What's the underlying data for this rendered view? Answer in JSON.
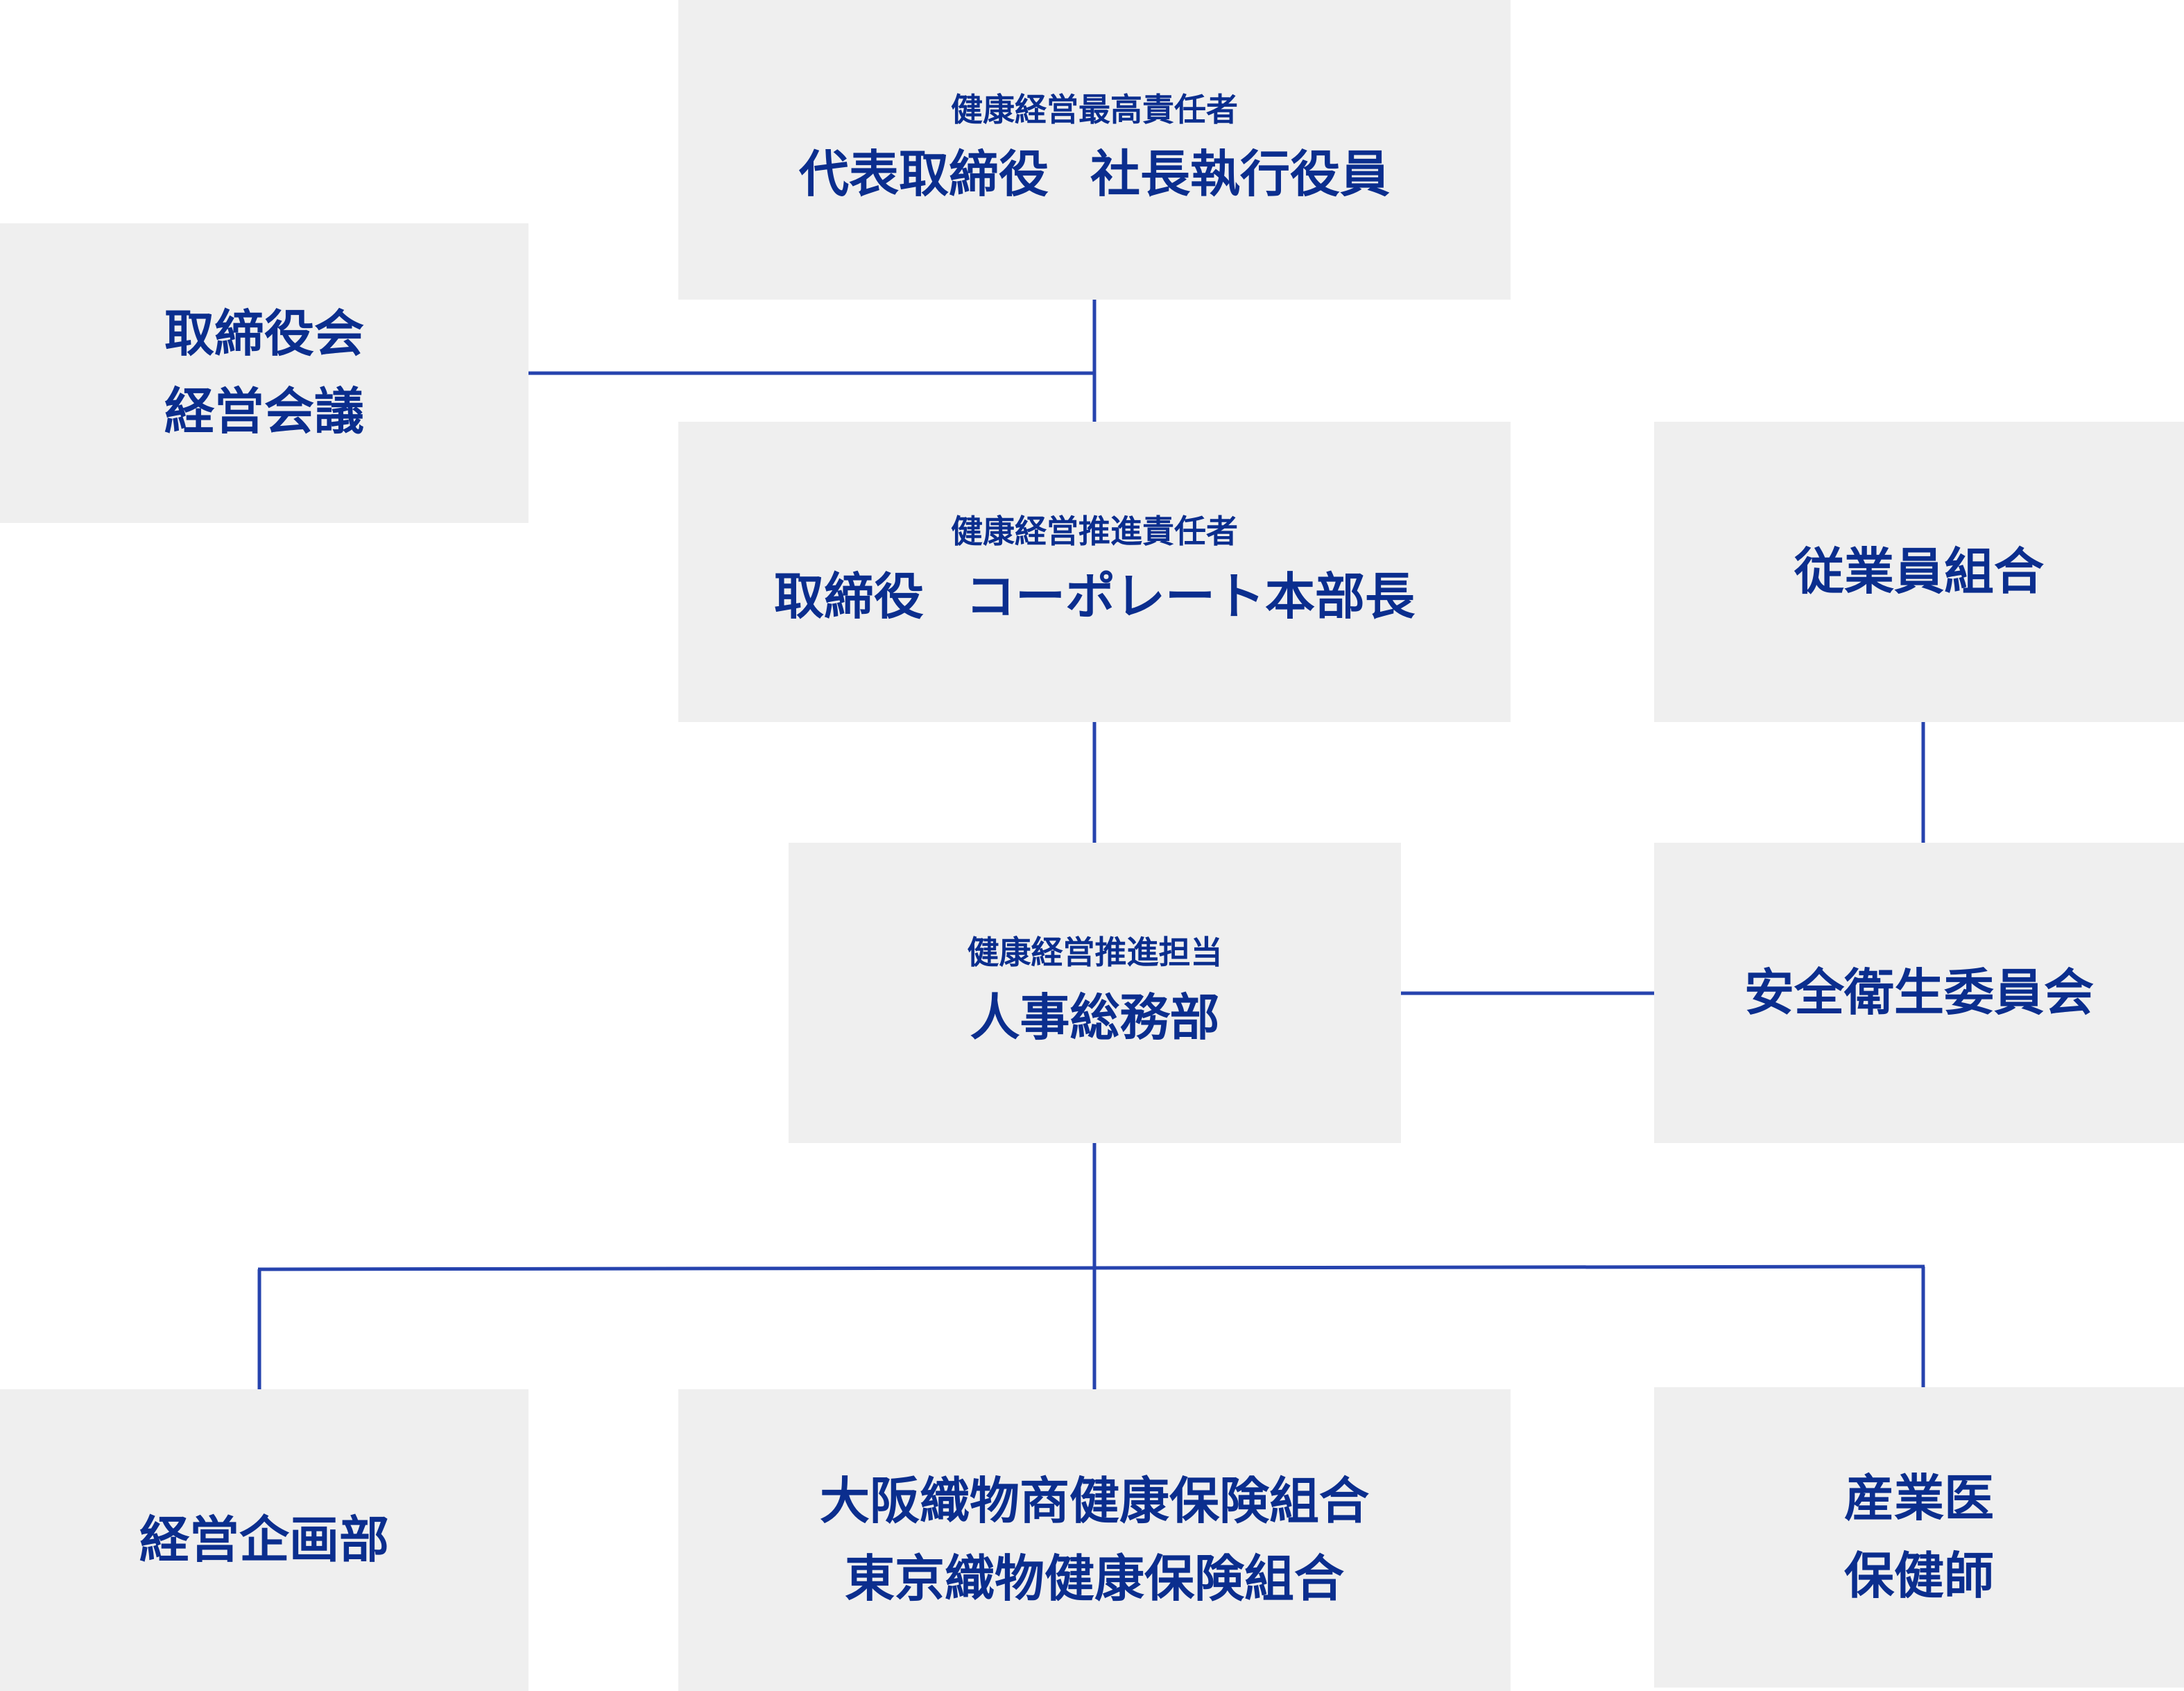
{
  "nodes": {
    "ceo": {
      "role": "健康経営最高責任者",
      "name_a": "代表取締役",
      "name_b": "社長執行役員"
    },
    "board": {
      "line1": "取締役会",
      "line2": "経営会議"
    },
    "promoter": {
      "role": "健康経営推進責任者",
      "name_a": "取締役",
      "name_b": "コーポレート本部長"
    },
    "union": {
      "name": "従業員組合"
    },
    "hr": {
      "role": "健康経営推進担当",
      "name": "人事総務部"
    },
    "safety": {
      "name": "安全衛生委員会"
    },
    "planning": {
      "name": "経営企画部"
    },
    "insurance": {
      "line1": "大阪織物商健康保険組合",
      "line2": "東京織物健康保険組合"
    },
    "medical": {
      "line1": "産業医",
      "line2": "保健師"
    }
  },
  "colors": {
    "text": "#0b2e8e",
    "line": "#2643ae",
    "box": "#efefef"
  }
}
